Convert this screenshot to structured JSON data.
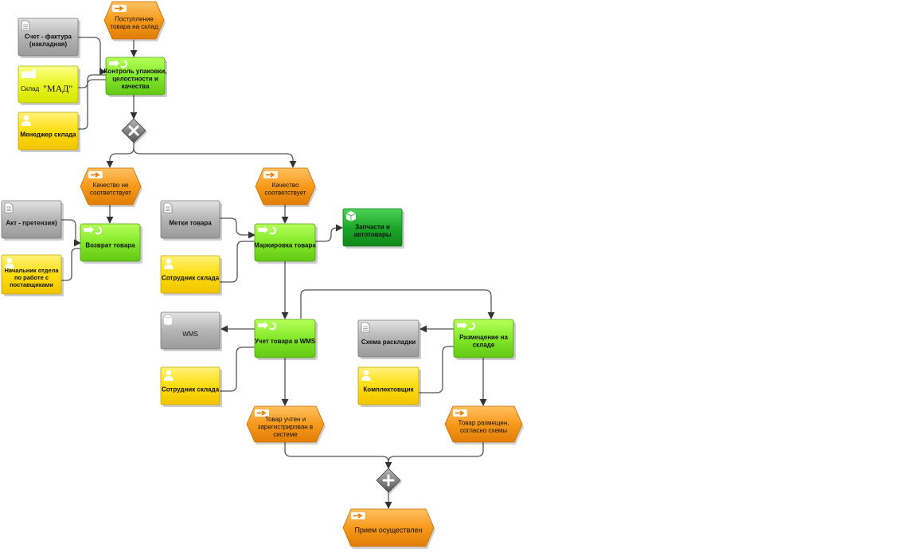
{
  "events": {
    "receipt": [
      "Поступление",
      "товара на склад"
    ],
    "quality_bad": [
      "Качество не",
      "соответствует"
    ],
    "quality_ok": [
      "Качество",
      "соответствует"
    ],
    "registered": [
      "Товар учтен и",
      "зарегистрирован в",
      "системе"
    ],
    "placed": [
      "Товар размещен,",
      "согласно схемы"
    ],
    "accepted": [
      "Прием осуществлен"
    ]
  },
  "functions": {
    "control": [
      "Контроль упаковки,",
      "целостности и",
      "качества"
    ],
    "return": [
      "Возврат товара"
    ],
    "marking": [
      "Маркировка товара"
    ],
    "wms_account": [
      "Учет товара в WMS"
    ],
    "placement": [
      "Размещение на",
      "складе"
    ]
  },
  "documents": {
    "invoice": [
      "Счет - фактура",
      "(накладная)"
    ],
    "claim": [
      "Акт - претензия)"
    ],
    "labels": [
      "Метки товара"
    ],
    "layout_scheme": [
      "Схема раскладки"
    ]
  },
  "roles": {
    "manager": [
      "Менеджер склада"
    ],
    "head_supplier": [
      "Начальник отдела",
      "по работе с",
      "поставщиками"
    ],
    "employee_1": [
      "Сотрудник склада"
    ],
    "employee_2": [
      "Сотрудник склада"
    ],
    "picker": [
      "Комплектовщик"
    ]
  },
  "objects": {
    "warehouse_prefix": "Склад  ",
    "warehouse_name": "\"МАД\"",
    "parts": [
      "Запчасти и",
      "автотовары"
    ],
    "wms": [
      "WMS"
    ]
  },
  "colors": {
    "event": "#f5900f",
    "function": "#7fe020",
    "document": "#a8a8a8",
    "role": "#f5d800",
    "warehouse": "#e2f000",
    "product": "#1fa82a",
    "connector": "#777777"
  },
  "icons": {
    "event": "event-arrow-icon",
    "function": "function-arrow-icon",
    "document": "document-icon",
    "role": "person-icon",
    "warehouse": "factory-icon",
    "product": "cube-icon",
    "system": "database-icon",
    "xor": "xor-gateway-icon",
    "and": "and-gateway-icon"
  }
}
